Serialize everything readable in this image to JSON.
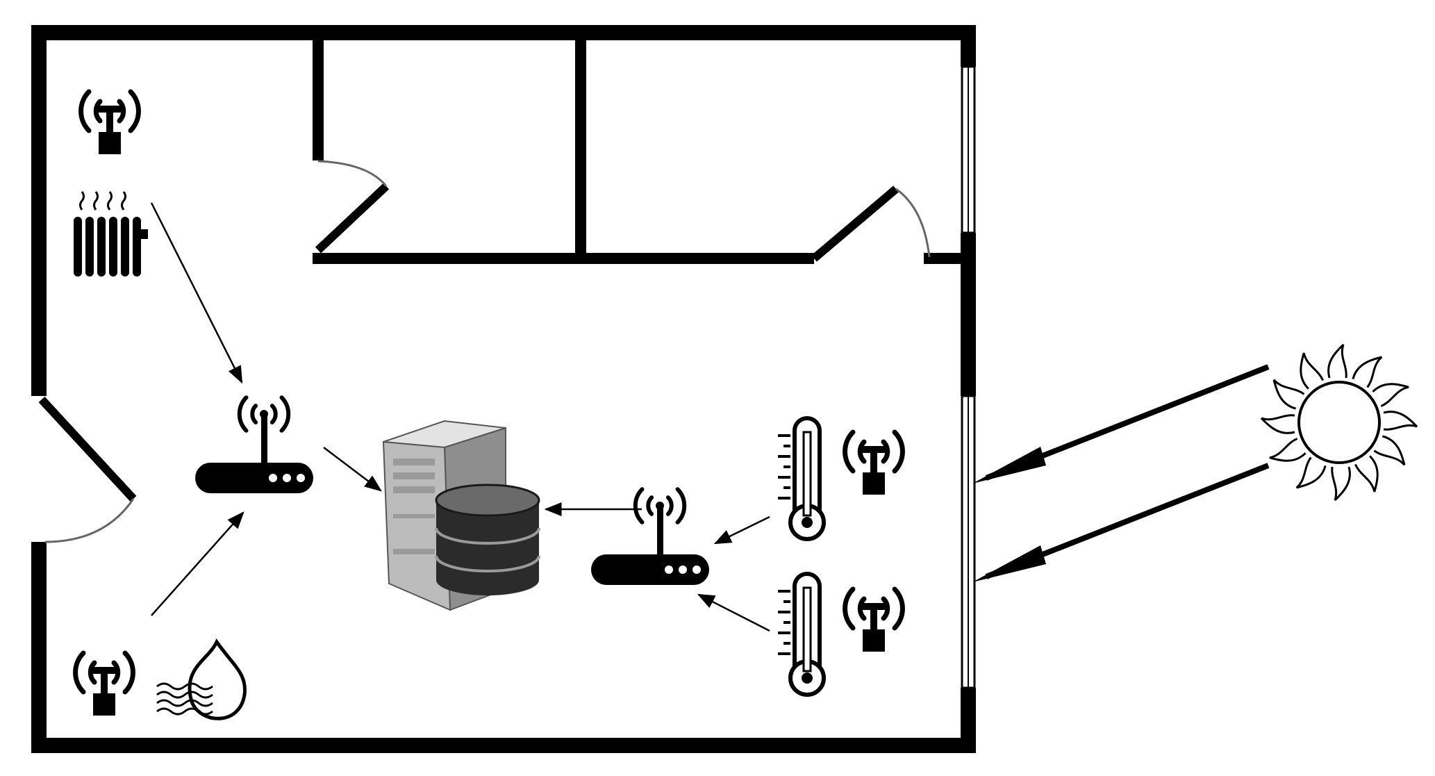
{
  "diagram": {
    "kind": "smart-home-sensor-floor-plan",
    "colors": {
      "wall": "#000000",
      "background": "#ffffff",
      "door_arc": "#666666",
      "window": "#ffffff",
      "server_light": "#e3e3e3",
      "server_mid": "#bcbcbc",
      "server_dark": "#8e8e8e",
      "db_dark": "#2b2b2b",
      "db_light": "#6a6a6a"
    },
    "icons": [
      "heating-sensor-icon",
      "radiator-icon",
      "humidity-sensor-icon",
      "water-drop-icon",
      "router-left-icon",
      "router-right-icon",
      "server-icon",
      "database-icon",
      "thermometer-upper-icon",
      "thermometer-lower-icon",
      "window-sensor-upper-icon",
      "window-sensor-lower-icon",
      "sun-icon"
    ],
    "connections": [
      {
        "from": "heating-sensor",
        "to": "router-left"
      },
      {
        "from": "humidity-sensor",
        "to": "router-left"
      },
      {
        "from": "router-left",
        "to": "server"
      },
      {
        "from": "router-right",
        "to": "server"
      },
      {
        "from": "temperature-sensor-upper",
        "to": "router-right"
      },
      {
        "from": "temperature-sensor-lower",
        "to": "router-right"
      },
      {
        "from": "sun",
        "to": "window",
        "count": 2
      }
    ]
  }
}
